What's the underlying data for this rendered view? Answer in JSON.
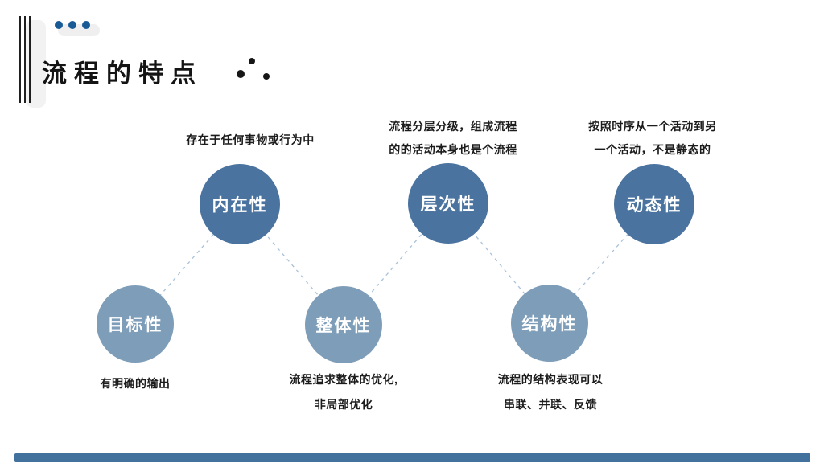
{
  "header": {
    "title": "流程的特点"
  },
  "diagram": {
    "nodes": [
      {
        "label": "内在性",
        "desc": [
          "存在于任何事物或行为中"
        ]
      },
      {
        "label": "层次性",
        "desc": [
          "流程分层分级，组成流程",
          "的的活动本身也是个流程"
        ]
      },
      {
        "label": "动态性",
        "desc": [
          "按照时序从一个活动到另",
          "一个活动，不是静态的"
        ]
      },
      {
        "label": "目标性",
        "desc": [
          "有明确的输出"
        ]
      },
      {
        "label": "整体性",
        "desc": [
          "流程追求整体的优化,",
          "非局部优化"
        ]
      },
      {
        "label": "结构性",
        "desc": [
          "流程的结构表现可以",
          "串联、并联、反馈"
        ]
      }
    ],
    "connections": [
      [
        "目标性",
        "内在性"
      ],
      [
        "内在性",
        "整体性"
      ],
      [
        "整体性",
        "层次性"
      ],
      [
        "层次性",
        "结构性"
      ],
      [
        "结构性",
        "动态性"
      ]
    ],
    "colors": {
      "circle_top": "#4A739F",
      "circle_bottom": "#7E9DB9",
      "connector": "#A8C2DA"
    }
  },
  "decorations": {
    "accent_blue": "#185A96",
    "bottom_bar_color": "#41719C"
  }
}
